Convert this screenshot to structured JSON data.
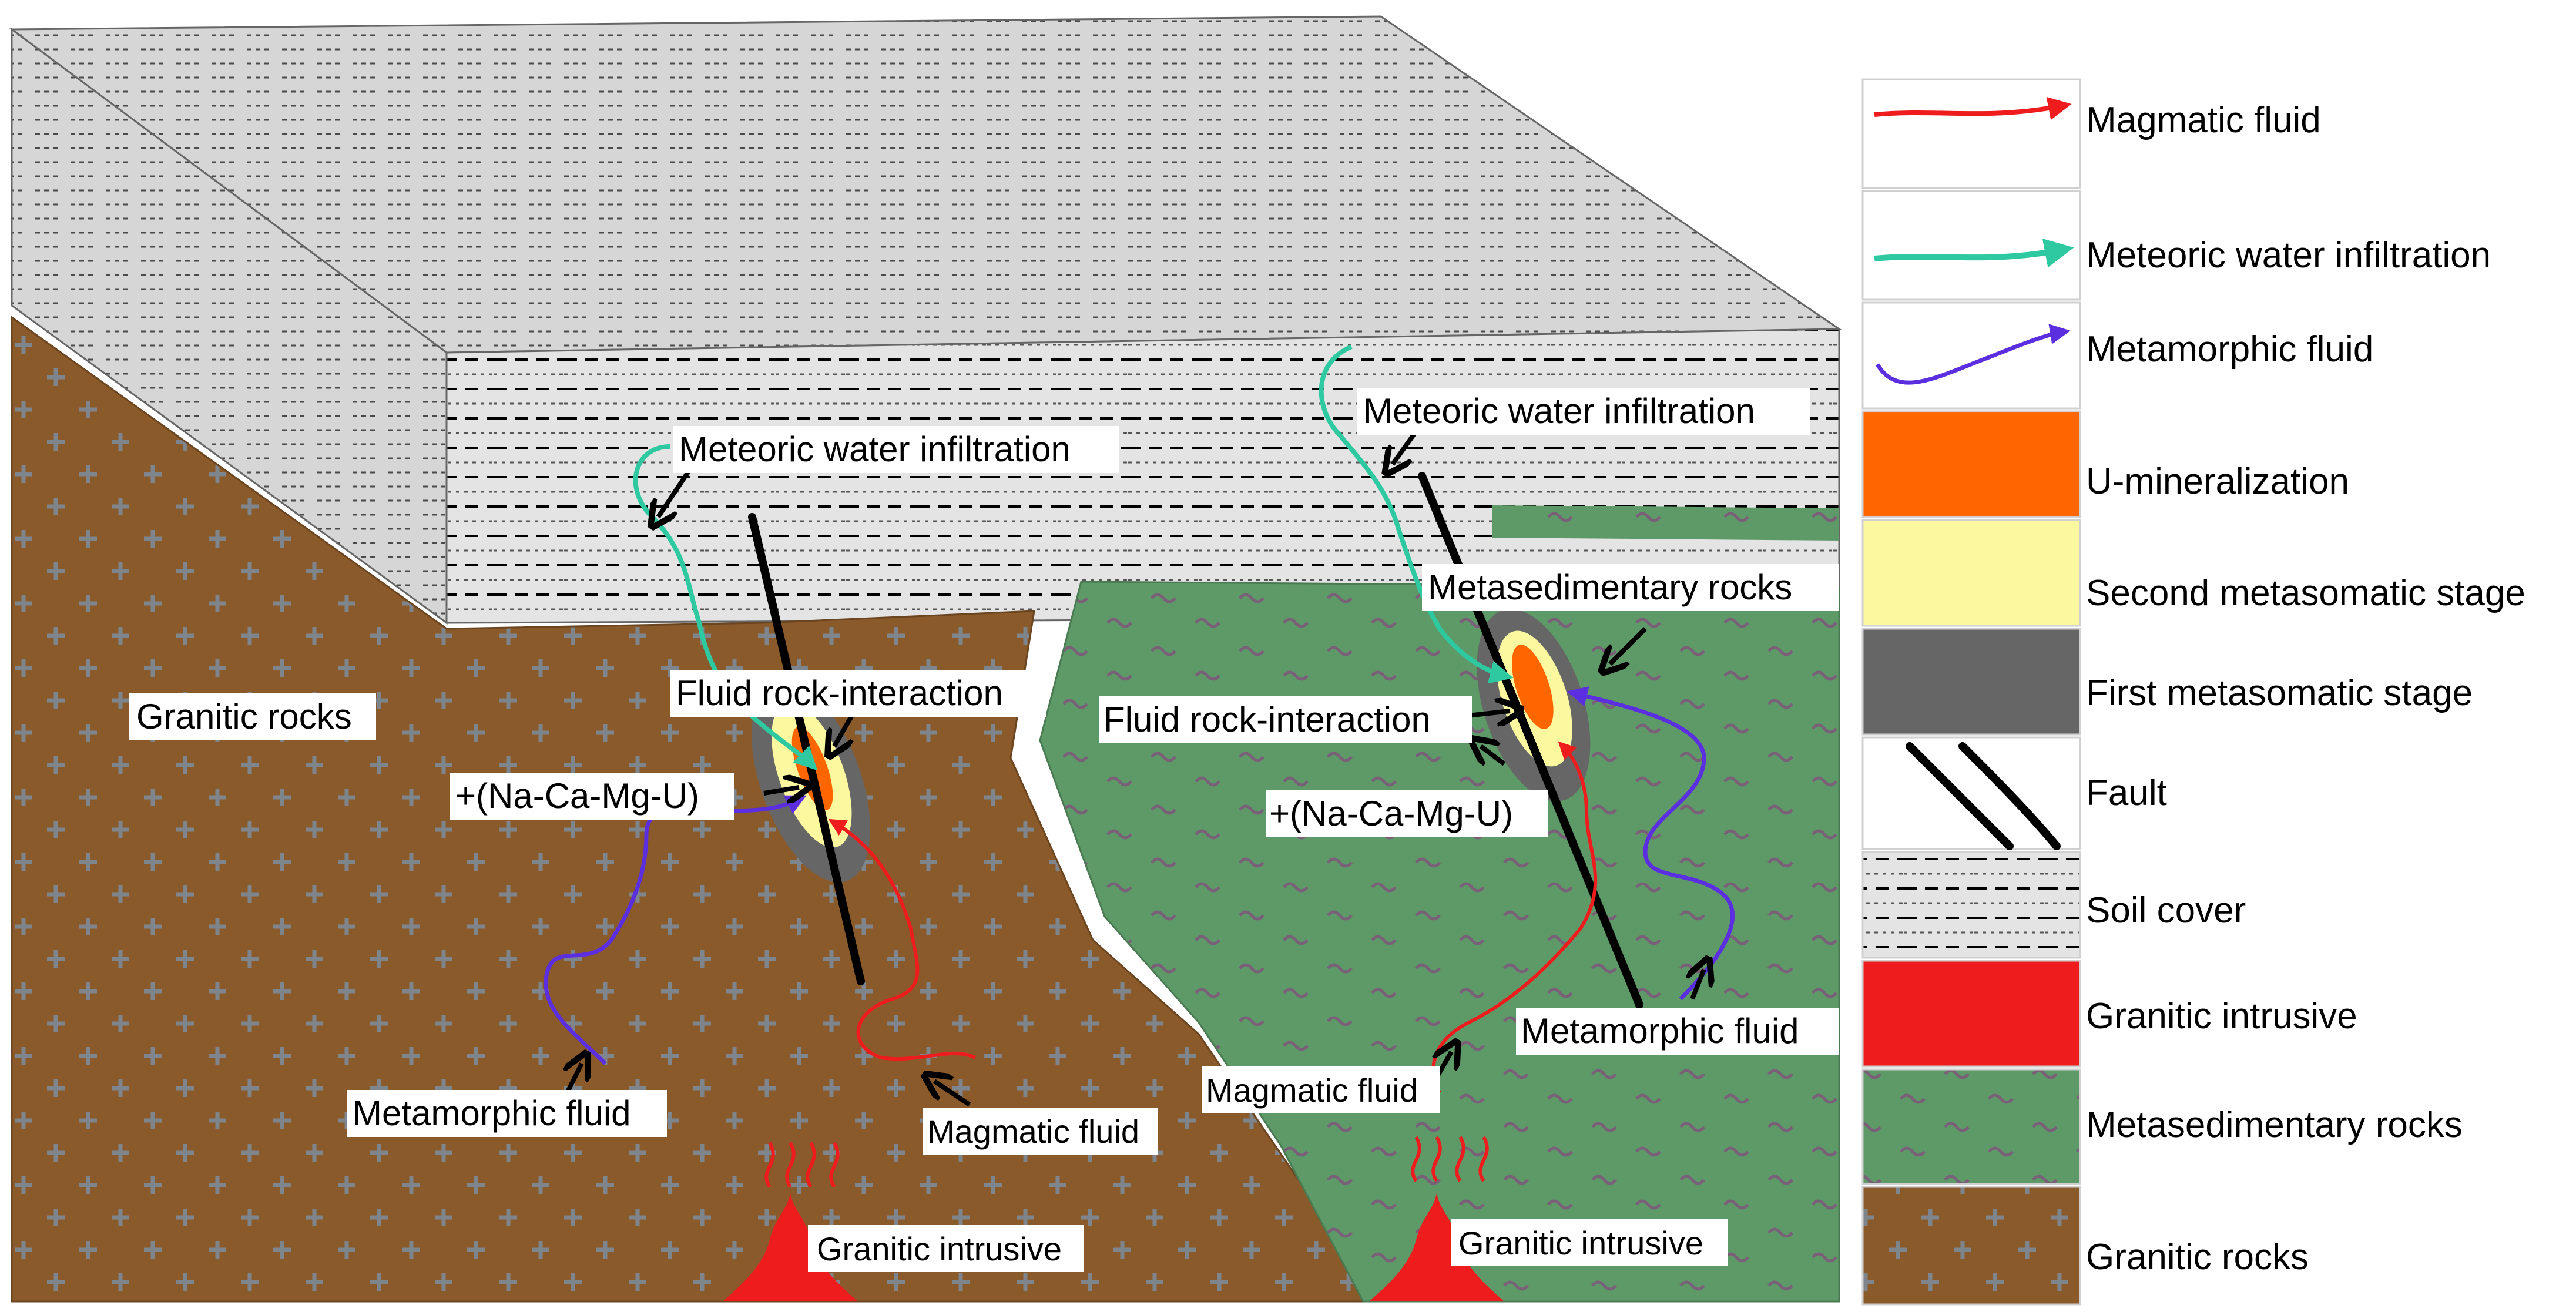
{
  "colors": {
    "soil_top": "#d6d6d6",
    "soil_front": "#e4e4e4",
    "granitic_rocks": "#8b5a2b",
    "metasedimentary_rocks": "#5e9a68",
    "magmatic_fluid": "#ee1c1c",
    "meteoric_water": "#2ec9a0",
    "metamorphic_fluid": "#5b2fe0",
    "u_mineralization": "#ff6600",
    "second_metasomatic": "#fbf8a0",
    "first_metasomatic": "#666666",
    "fault": "#000000",
    "granitic_intrusive": "#ee1c1c"
  },
  "diagram": {
    "labels": {
      "granitic_rocks": "Granitic rocks",
      "meteoric_left": "Meteoric water infiltration",
      "meteoric_right": "Meteoric water infiltration",
      "fluid_rock_left": "Fluid rock-interaction",
      "fluid_rock_right": "Fluid rock-interaction",
      "elements_left": "+(Na-Ca-Mg-U)",
      "elements_right": "+(Na-Ca-Mg-U)",
      "metamorphic_left": "Metamorphic fluid",
      "metamorphic_right": "Metamorphic fluid",
      "magmatic_left": "Magmatic fluid",
      "magmatic_right": "Magmatic fluid",
      "intrusive_left": "Granitic intrusive",
      "intrusive_right": "Granitic intrusive",
      "metasedimentary": "Metasedimentary rocks"
    }
  },
  "legend": [
    {
      "id": "magmatic",
      "label": "Magmatic fluid",
      "icon": "red-arrow-icon"
    },
    {
      "id": "meteoric",
      "label": "Meteoric water infiltration",
      "icon": "teal-arrow-icon"
    },
    {
      "id": "metamorphic",
      "label": "Metamorphic fluid",
      "icon": "purple-arrow-icon"
    },
    {
      "id": "umin",
      "label": "U-mineralization",
      "icon": "orange-swatch"
    },
    {
      "id": "second",
      "label": "Second metasomatic stage",
      "icon": "yellow-swatch"
    },
    {
      "id": "first",
      "label": "First metasomatic stage",
      "icon": "gray-swatch"
    },
    {
      "id": "fault",
      "label": "Fault",
      "icon": "fault-lines-icon"
    },
    {
      "id": "soil",
      "label": "Soil cover",
      "icon": "soil-pattern-swatch"
    },
    {
      "id": "intrusive",
      "label": "Granitic intrusive",
      "icon": "red-swatch"
    },
    {
      "id": "metased",
      "label": "Metasedimentary rocks",
      "icon": "green-wave-swatch"
    },
    {
      "id": "granitic",
      "label": "Granitic rocks",
      "icon": "brown-cross-swatch"
    }
  ]
}
